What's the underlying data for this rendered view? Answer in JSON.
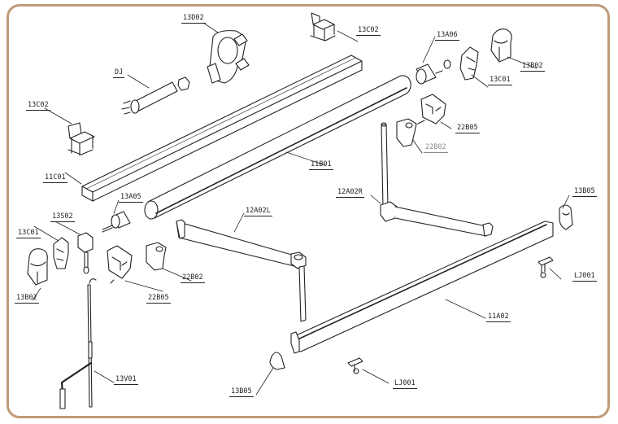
{
  "diagram": {
    "frame_color": "#c09a78",
    "line_color": "#222222",
    "labels": {
      "l13D02": "13D02",
      "l13C02a": "13C02",
      "l13A06": "13A06",
      "l13B02a": "13B02",
      "lDJ": "DJ",
      "l13C01a": "13C01",
      "l13C02b": "13C02",
      "l22B05a": "22B05",
      "l22B02a": "22B02",
      "l11C01": "11C01",
      "l11B01": "11B01",
      "l12A02R": "12A02R",
      "l13B05a": "13B05",
      "l13A05": "13A05",
      "l12A02L": "12A02L",
      "l13S02": "13S02",
      "l13C01b": "13C01",
      "l22B02b": "22B02",
      "l13B02b": "13B02",
      "l22B05b": "22B05",
      "lLJ001a": "LJ001",
      "l11A02": "11A02",
      "l13V01": "13V01",
      "l13B05b": "13B05",
      "lLJ001b": "LJ001"
    }
  }
}
